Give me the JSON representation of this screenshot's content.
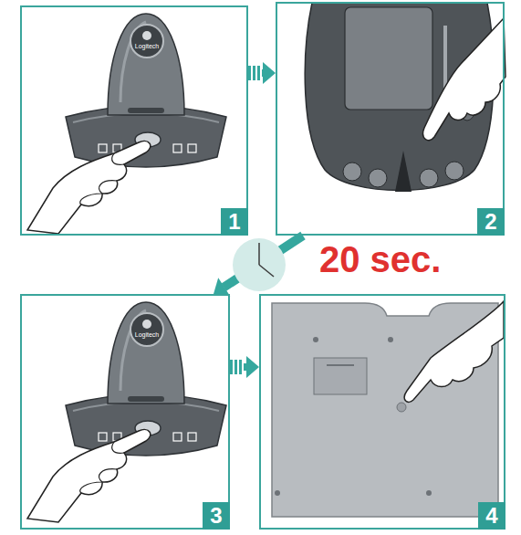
{
  "diagram": {
    "nodes": [
      {
        "text": [
          "1"
        ]
      },
      {
        "text": [
          "2"
        ]
      },
      {
        "text": [
          "3"
        ]
      },
      {
        "text": [
          "4"
        ]
      }
    ],
    "edges": [
      {
        "from": 0,
        "to": 1,
        "arrow": "to"
      },
      {
        "from": 1,
        "to": 2,
        "arrow": "to"
      },
      {
        "from": 2,
        "to": 3,
        "arrow": "to"
      }
    ],
    "labels": [
      "Logitech",
      "20 sec.",
      "Logitech"
    ]
  }
}
